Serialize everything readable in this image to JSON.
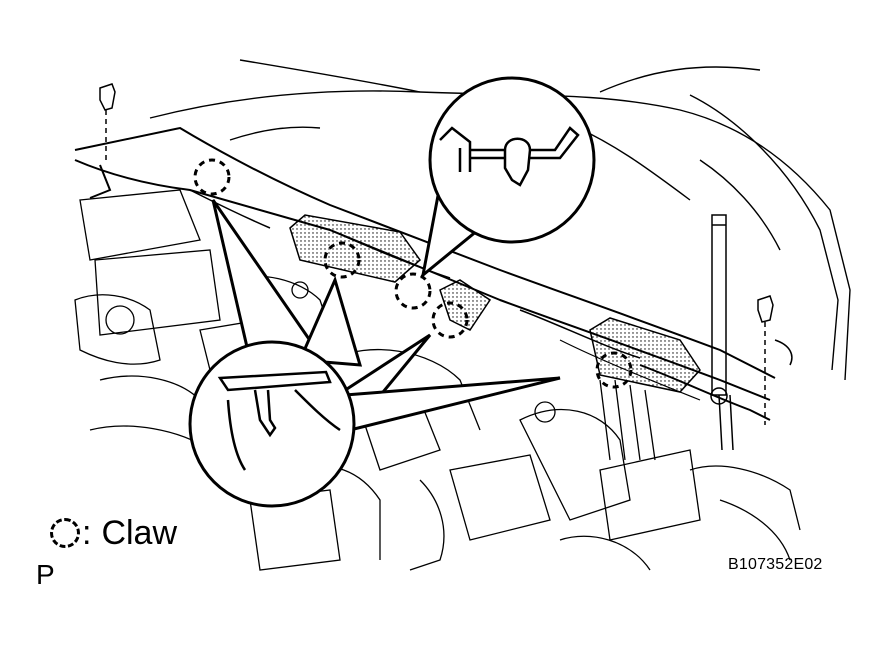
{
  "legend": {
    "symbol": "dashed-circle-icon",
    "colon": ":",
    "label": "Claw"
  },
  "view_letter": "P",
  "figure_code": "B107352E02",
  "colors": {
    "line": "#000000",
    "background": "#ffffff",
    "gasket_fill": "#d8d8d8"
  }
}
